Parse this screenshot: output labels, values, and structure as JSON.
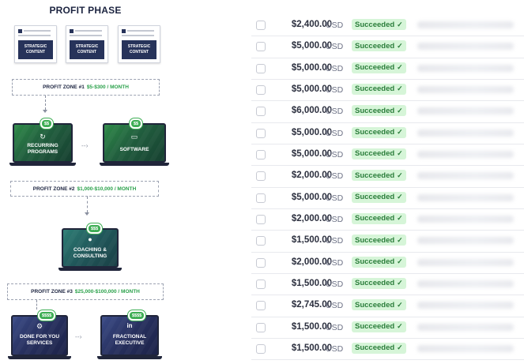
{
  "diagram": {
    "title": "PROFIT PHASE",
    "content_cards": [
      {
        "label": "STRATEGIC CONTENT"
      },
      {
        "label": "STRATEGIC CONTENT"
      },
      {
        "label": "STRATEGIC CONTENT"
      }
    ],
    "zone1": {
      "name": "PROFIT ZONE #1",
      "range": "$5-$300 / MONTH"
    },
    "zone2": {
      "name": "PROFIT ZONE #2",
      "range": "$1,000-$10,000 / MONTH"
    },
    "zone3": {
      "name": "PROFIT ZONE #3",
      "range": "$25,000-$100,000 / MONTH"
    },
    "offers": {
      "recurring": {
        "label": "RECURRING PROGRAMS",
        "price": "$$",
        "icon": "refresh-icon"
      },
      "software": {
        "label": "SOFTWARE",
        "price": "$$",
        "icon": "monitor-icon"
      },
      "coaching": {
        "label": "COACHING & CONSULTING",
        "price": "$$$",
        "icon": "person-icon"
      },
      "dfy": {
        "label": "DONE FOR YOU SERVICES",
        "price": "$$$$",
        "icon": "gear-icon"
      },
      "fractional": {
        "label": "FRACTIONAL EXECUTIVE",
        "price": "$$$$",
        "icon": "linkedin-icon"
      }
    }
  },
  "payments": {
    "rows": [
      {
        "amount": "$2,400.00",
        "currency": "USD",
        "status": "Succeeded"
      },
      {
        "amount": "$5,000.00",
        "currency": "USD",
        "status": "Succeeded"
      },
      {
        "amount": "$5,000.00",
        "currency": "USD",
        "status": "Succeeded"
      },
      {
        "amount": "$5,000.00",
        "currency": "USD",
        "status": "Succeeded"
      },
      {
        "amount": "$6,000.00",
        "currency": "USD",
        "status": "Succeeded"
      },
      {
        "amount": "$5,000.00",
        "currency": "USD",
        "status": "Succeeded"
      },
      {
        "amount": "$5,000.00",
        "currency": "USD",
        "status": "Succeeded"
      },
      {
        "amount": "$2,000.00",
        "currency": "USD",
        "status": "Succeeded"
      },
      {
        "amount": "$5,000.00",
        "currency": "USD",
        "status": "Succeeded"
      },
      {
        "amount": "$2,000.00",
        "currency": "USD",
        "status": "Succeeded"
      },
      {
        "amount": "$1,500.00",
        "currency": "USD",
        "status": "Succeeded"
      },
      {
        "amount": "$2,000.00",
        "currency": "USD",
        "status": "Succeeded"
      },
      {
        "amount": "$1,500.00",
        "currency": "USD",
        "status": "Succeeded"
      },
      {
        "amount": "$2,745.00",
        "currency": "USD",
        "status": "Succeeded"
      },
      {
        "amount": "$1,500.00",
        "currency": "USD",
        "status": "Succeeded"
      },
      {
        "amount": "$1,500.00",
        "currency": "USD",
        "status": "Succeeded"
      }
    ],
    "status_color": "#d6f5d8",
    "status_text_color": "#2a7d3a"
  }
}
